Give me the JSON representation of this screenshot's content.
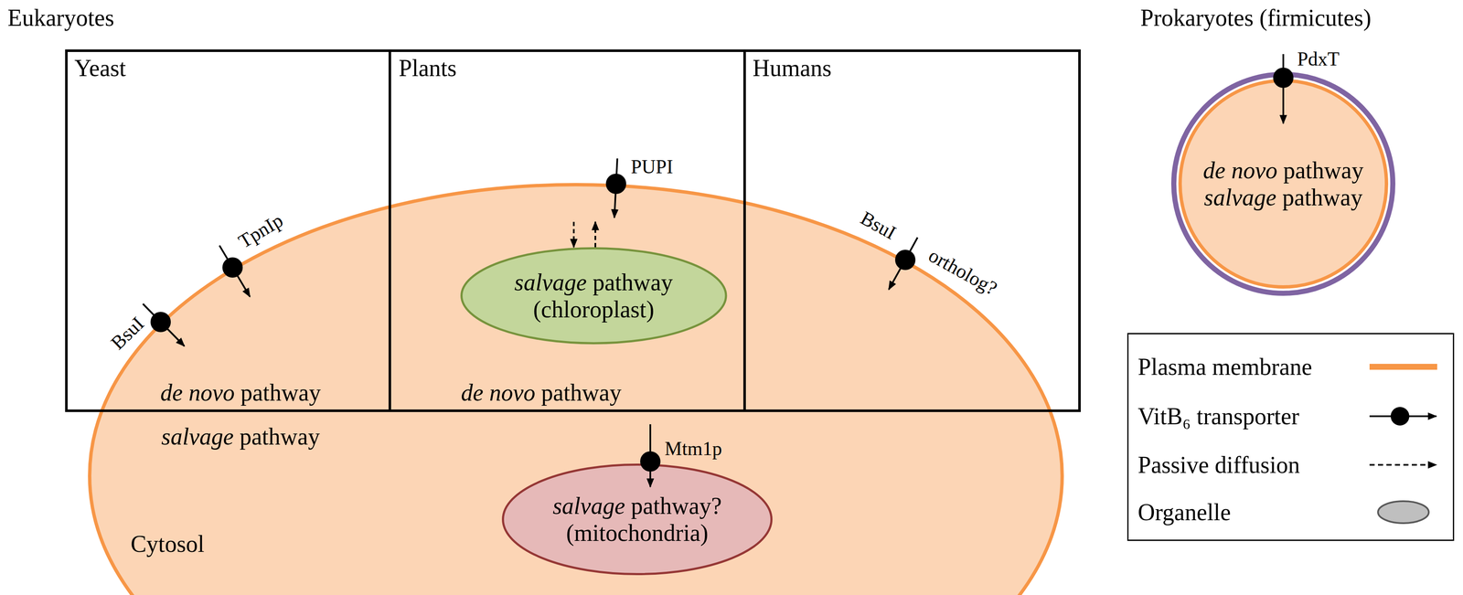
{
  "diagram": {
    "nodes": [
      {
        "text": [
          "Yeast"
        ]
      },
      {
        "text": [
          "Plants"
        ]
      },
      {
        "text": [
          "Humans"
        ]
      },
      {
        "text": [
          "Cytosol"
        ]
      },
      {
        "text": [
          "salvage pathway (chloroplast)"
        ],
        "in": 3
      },
      {
        "text": [
          "salvage pathway? (mitochondria)"
        ],
        "in": 3
      },
      {
        "text": [
          "de novo pathway",
          "salvage pathway"
        ]
      }
    ],
    "labels": [
      "Eukaryotes",
      "Prokaryotes (firmicutes)",
      "BsuI",
      "TpnIp",
      "PUPI",
      "BsuI",
      "ortholog?",
      "Mtm1p",
      "PdxT",
      "de novo pathway",
      "de novo pathway",
      "salvage pathway"
    ],
    "legend": [
      {
        "text": "Plasma membrane"
      },
      {
        "text": "VitB₆ transporter"
      },
      {
        "text": "Passive diffusion"
      },
      {
        "text": "Organelle"
      }
    ]
  }
}
